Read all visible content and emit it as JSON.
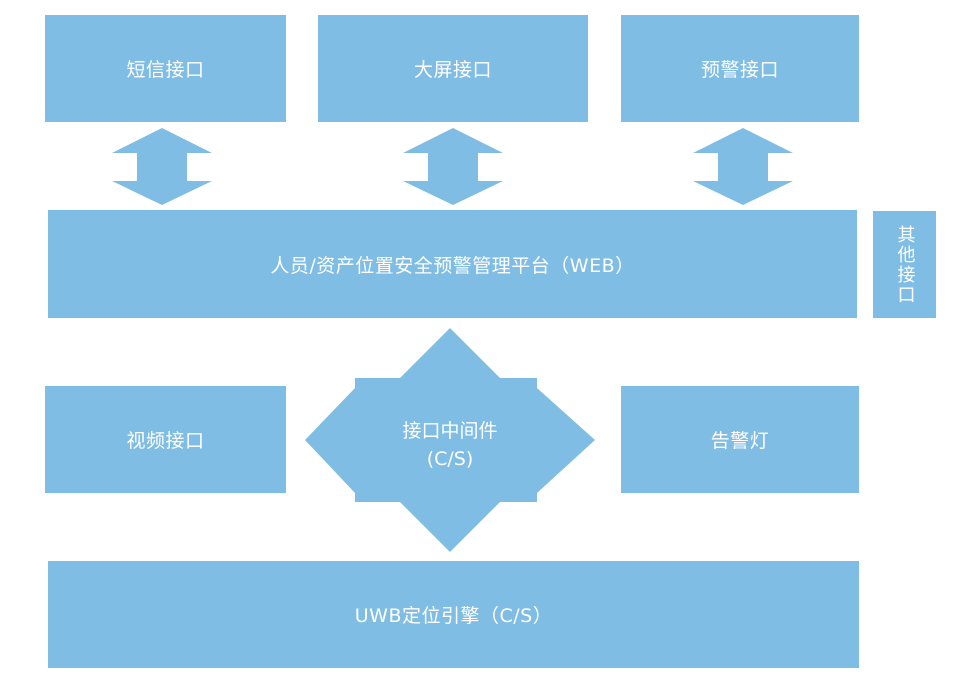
{
  "colors": {
    "box_fill": "#7fbde4",
    "text": "#ffffff",
    "background": "#ffffff"
  },
  "top_interfaces": {
    "sms": "短信接口",
    "big_screen": "大屏接口",
    "alert": "预警接口"
  },
  "platform": {
    "label": "人员/资产位置安全预警管理平台（WEB）"
  },
  "other_interface": {
    "label": "其他接口"
  },
  "middleware": {
    "line1": "接口中间件",
    "line2": "(C/S)"
  },
  "video_interface": {
    "label": "视频接口"
  },
  "alarm_light": {
    "label": "告警灯"
  },
  "engine": {
    "label": "UWB定位引擎（C/S）"
  }
}
